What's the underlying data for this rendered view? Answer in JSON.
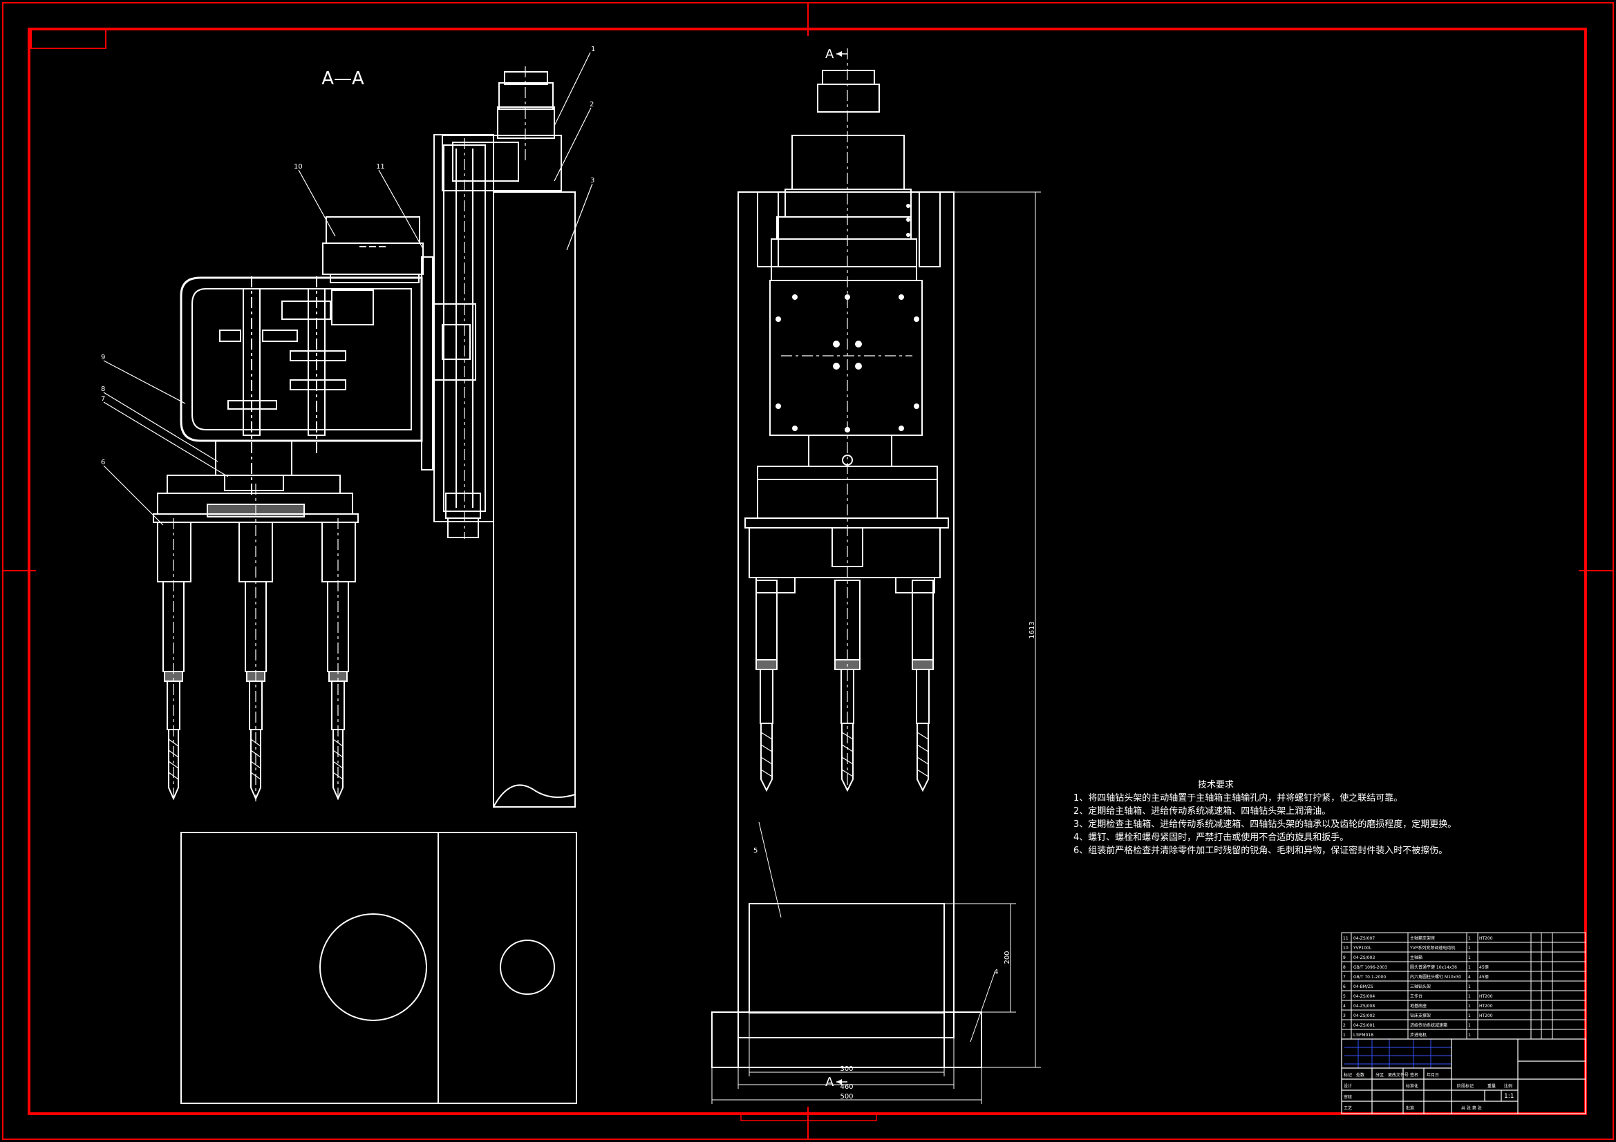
{
  "section_title": "A—A",
  "section_marker": "A",
  "leaders": {
    "l1": "1",
    "l2": "2",
    "l3": "3",
    "l4": "4",
    "l5": "5",
    "l6": "6",
    "l7": "7",
    "l8": "8",
    "l9": "9",
    "l10": "10",
    "l11": "11"
  },
  "dimensions": {
    "overall_height": "1613",
    "base_height": "200",
    "width_300": "300",
    "width_460": "460",
    "width_500": "500"
  },
  "tech_req": {
    "title": "技术要求",
    "items": [
      "1、将四轴钻头架的主动轴置于主轴箱主轴输孔内，并将螺钉拧紧，使之联结可靠。",
      "2、定期给主轴箱、进给传动系统减速箱、四轴钻头架上润滑油。",
      "3、定期检查主轴箱、进给传动系统减速箱、四轴钻头架的轴承以及齿轮的磨损程度，定期更换。",
      "4、螺钉、螺栓和螺母紧固时，严禁打击或使用不合适的旋具和扳手。",
      "6、组装前严格检查并清除零件加工时残留的锐角、毛刺和异物，保证密封件装入时不被擦伤。"
    ]
  },
  "bom_rows": [
    [
      "11",
      "04-ZS/007",
      "主轴箱支架座",
      "1",
      "HT200"
    ],
    [
      "10",
      "YVP100L",
      "YVP系列变频调速电动机",
      "1",
      ""
    ],
    [
      "9",
      "04-ZS/003",
      "主轴箱",
      "1",
      ""
    ],
    [
      "8",
      "GB/T 1096-2003",
      "圆头普通平键 10x14x36",
      "1",
      "45钢"
    ],
    [
      "7",
      "GB/T 70.1-2000",
      "内六角圆柱头螺钉 M10x30",
      "4",
      "45钢"
    ],
    [
      "6",
      "04-BM/ZS",
      "三轴钻头架",
      "1",
      ""
    ],
    [
      "5",
      "04-ZS/004",
      "工作台",
      "1",
      "HT200"
    ],
    [
      "4",
      "04-ZS/008",
      "地基底座",
      "1",
      "HT200"
    ],
    [
      "3",
      "04-ZS/002",
      "钻床支撑架",
      "1",
      "HT200"
    ],
    [
      "2",
      "04-ZS/001",
      "进给传动系统减速箱",
      "1",
      ""
    ],
    [
      "1",
      "L3IFM018",
      "步进电机",
      "1",
      ""
    ]
  ],
  "title_block": {
    "scale": "1:1",
    "c_mark": "标记",
    "c_count": "处数",
    "c_zone": "分区",
    "c_doc": "更改文件号",
    "c_sign": "签名",
    "c_date": "年月日",
    "design": "设计",
    "std": "标准化",
    "review": "审核",
    "craft": "工艺",
    "approve": "批准",
    "stage": "阶段标记",
    "weight": "重量",
    "ratio": "比例",
    "sheets": "共 张 第 张"
  },
  "colors": {
    "background": "#000000",
    "frame": "#ff0000",
    "lines": "#ffffff",
    "table_blue": "#3355ff"
  }
}
